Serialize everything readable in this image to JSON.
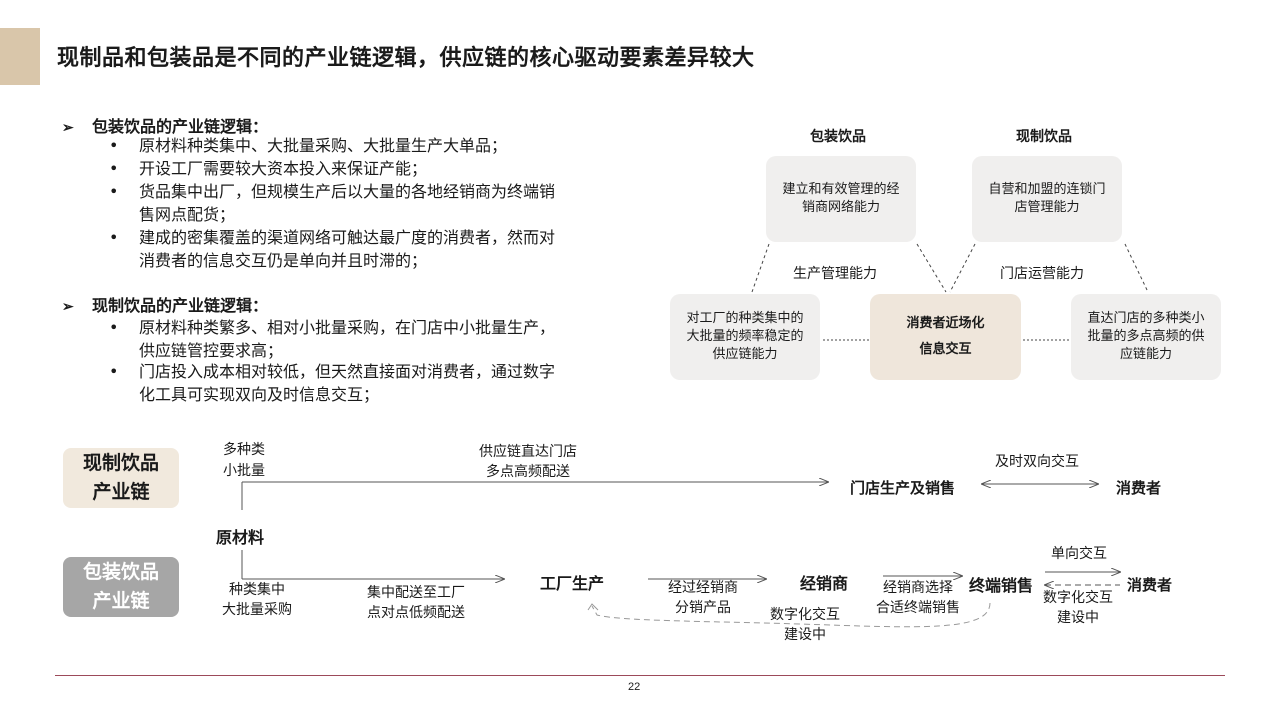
{
  "title": "现制品和包装品是不同的产业链逻辑，供应链的核心驱动要素差异较大",
  "left": {
    "packaged": {
      "heading": "包装饮品的产业链逻辑：",
      "bullets": [
        [
          "原材料种类集中、大批量采购、大批量生产大单品；"
        ],
        [
          "开设工厂需要较大资本投入来保证产能；"
        ],
        [
          "货品集中出厂，但规模生产后以大量的各地经销商为终端销",
          "售网点配货；"
        ],
        [
          "建成的密集覆盖的渠道网络可触达最广度的消费者，然而对",
          "消费者的信息交互仍是单向并且时滞的；"
        ]
      ]
    },
    "fresh": {
      "heading": "现制饮品的产业链逻辑：",
      "bullets": [
        [
          "原材料种类繁多、相对小批量采购，在门店中小批量生产，",
          "供应链管控要求高；"
        ],
        [
          "门店投入成本相对较低，但天然直接面对消费者，通过数字",
          "化工具可实现双向及时信息交互；"
        ]
      ]
    }
  },
  "diagram": {
    "col_packaged": "包装饮品",
    "col_fresh": "现制饮品",
    "box_top_left": [
      "建立和有效管理的经",
      "销商网络能力"
    ],
    "box_top_right": [
      "自营和加盟的连锁门",
      "店管理能力"
    ],
    "label_mid_left": "生产管理能力",
    "label_mid_right": "门店运营能力",
    "box_bottom_left": [
      "对工厂的种类集中的",
      "大批量的频率稳定的",
      "供应链能力"
    ],
    "box_center": [
      "消费者近场化",
      "信息交互"
    ],
    "box_bottom_right": [
      "直达门店的多种类小",
      "批量的多点高频的供",
      "应链能力"
    ]
  },
  "chain": {
    "fresh_tag": [
      "现制饮品",
      "产业链"
    ],
    "packaged_tag": [
      "包装饮品",
      "产业链"
    ],
    "fresh_note": [
      "多种类",
      "小批量"
    ],
    "raw_material": "原材料",
    "fresh_supply": [
      "供应链直达门店",
      "多点高频配送"
    ],
    "store": "门店生产及销售",
    "fresh_interact": "及时双向交互",
    "consumer": "消费者",
    "pkg_note": [
      "种类集中",
      "大批量采购"
    ],
    "pkg_supply": [
      "集中配送至工厂",
      "点对点低频配送"
    ],
    "factory": "工厂生产",
    "via_dealer": [
      "经过经销商",
      "分销产品"
    ],
    "dealer": "经销商",
    "dealer_choose": [
      "经销商选择",
      "合适终端销售"
    ],
    "terminal": "终端销售",
    "one_way": "单向交互",
    "digital_right": [
      "数字化交互",
      "建设中"
    ],
    "digital_bottom": [
      "数字化交互",
      "建设中"
    ],
    "consumer2": "消费者"
  },
  "page_number": "22",
  "colors": {
    "accent": "#d9c6aa",
    "beige_tag": "#f1e9dd",
    "grey_tag": "#a6a6a6",
    "footer_line": "#9c4a5a"
  }
}
